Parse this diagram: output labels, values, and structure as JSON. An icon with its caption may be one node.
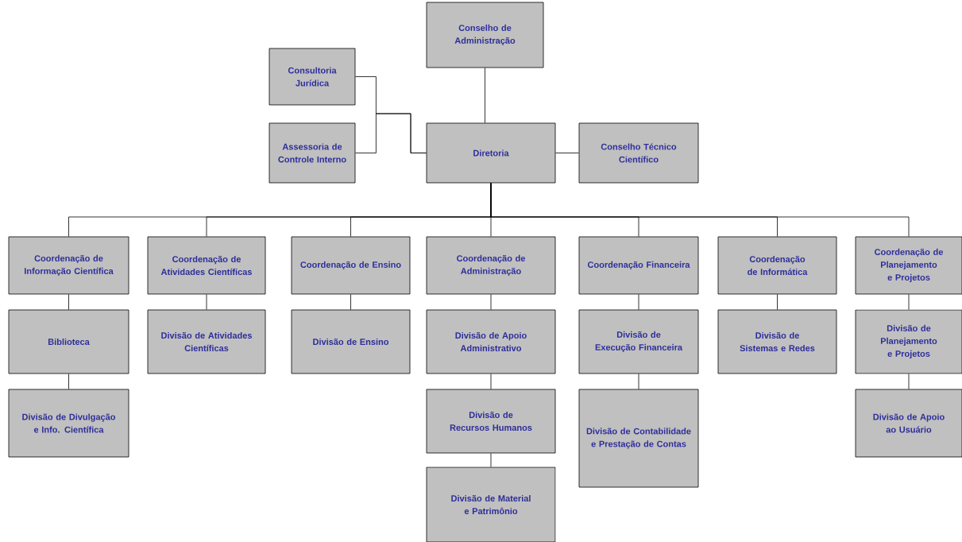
{
  "diagram": {
    "nodes": [
      {
        "text": [
          "Conselho de Administração"
        ]
      },
      {
        "text": [
          "Consultoria Jurídica"
        ]
      },
      {
        "text": [
          "Assessoria de Controle Interno"
        ]
      },
      {
        "text": [
          "Diretoria"
        ]
      },
      {
        "text": [
          "Conselho Técnico Científico"
        ]
      },
      {
        "text": [
          "Coordenação de Informação Científica"
        ]
      },
      {
        "text": [
          "Coordenação de Atividades Científicas"
        ]
      },
      {
        "text": [
          "Coordenação de Ensino"
        ]
      },
      {
        "text": [
          "Coordenação de Administração"
        ]
      },
      {
        "text": [
          "Coordenação Financeira"
        ]
      },
      {
        "text": [
          "Coordenação de Informática"
        ]
      },
      {
        "text": [
          "Coordenação de Planejamento e Projetos"
        ]
      },
      {
        "text": [
          "Biblioteca"
        ]
      },
      {
        "text": [
          "Divisão de Atividades Científicas"
        ]
      },
      {
        "text": [
          "Divisão de Ensino"
        ]
      },
      {
        "text": [
          "Divisão de Apoio Administrativo"
        ]
      },
      {
        "text": [
          "Divisão de Execução Financeira"
        ]
      },
      {
        "text": [
          "Divisão de Sistemas e Redes"
        ]
      },
      {
        "text": [
          "Divisão de Planejamento e Projetos"
        ]
      },
      {
        "text": [
          "Divisão de Divulgação e Info. Científica"
        ]
      },
      {
        "text": [
          "Divisão de Recursos Humanos"
        ]
      },
      {
        "text": [
          "Divisão de Contabilidade e Prestação de Contas"
        ]
      },
      {
        "text": [
          "Divisão de Apoio ao Usuário"
        ]
      },
      {
        "text": [
          "Divisão de Material e Patrimônio"
        ]
      }
    ],
    "edges": [
      {
        "from": 0,
        "to": 3,
        "arrow": "none"
      },
      {
        "from": 1,
        "to": 3,
        "arrow": "none"
      },
      {
        "from": 2,
        "to": 3,
        "arrow": "none"
      },
      {
        "from": 3,
        "to": 4,
        "arrow": "none"
      },
      {
        "from": 3,
        "to": 5,
        "arrow": "none"
      },
      {
        "from": 3,
        "to": 6,
        "arrow": "none"
      },
      {
        "from": 3,
        "to": 7,
        "arrow": "none"
      },
      {
        "from": 3,
        "to": 8,
        "arrow": "none"
      },
      {
        "from": 3,
        "to": 9,
        "arrow": "none"
      },
      {
        "from": 3,
        "to": 10,
        "arrow": "none"
      },
      {
        "from": 3,
        "to": 11,
        "arrow": "none"
      },
      {
        "from": 5,
        "to": 12,
        "arrow": "none"
      },
      {
        "from": 12,
        "to": 19,
        "arrow": "none"
      },
      {
        "from": 6,
        "to": 13,
        "arrow": "none"
      },
      {
        "from": 7,
        "to": 14,
        "arrow": "none"
      },
      {
        "from": 8,
        "to": 15,
        "arrow": "none"
      },
      {
        "from": 15,
        "to": 20,
        "arrow": "none"
      },
      {
        "from": 20,
        "to": 23,
        "arrow": "none"
      },
      {
        "from": 9,
        "to": 16,
        "arrow": "none"
      },
      {
        "from": 16,
        "to": 21,
        "arrow": "none"
      },
      {
        "from": 10,
        "to": 17,
        "arrow": "none"
      },
      {
        "from": 11,
        "to": 18,
        "arrow": "none"
      },
      {
        "from": 18,
        "to": 22,
        "arrow": "none"
      }
    ]
  }
}
